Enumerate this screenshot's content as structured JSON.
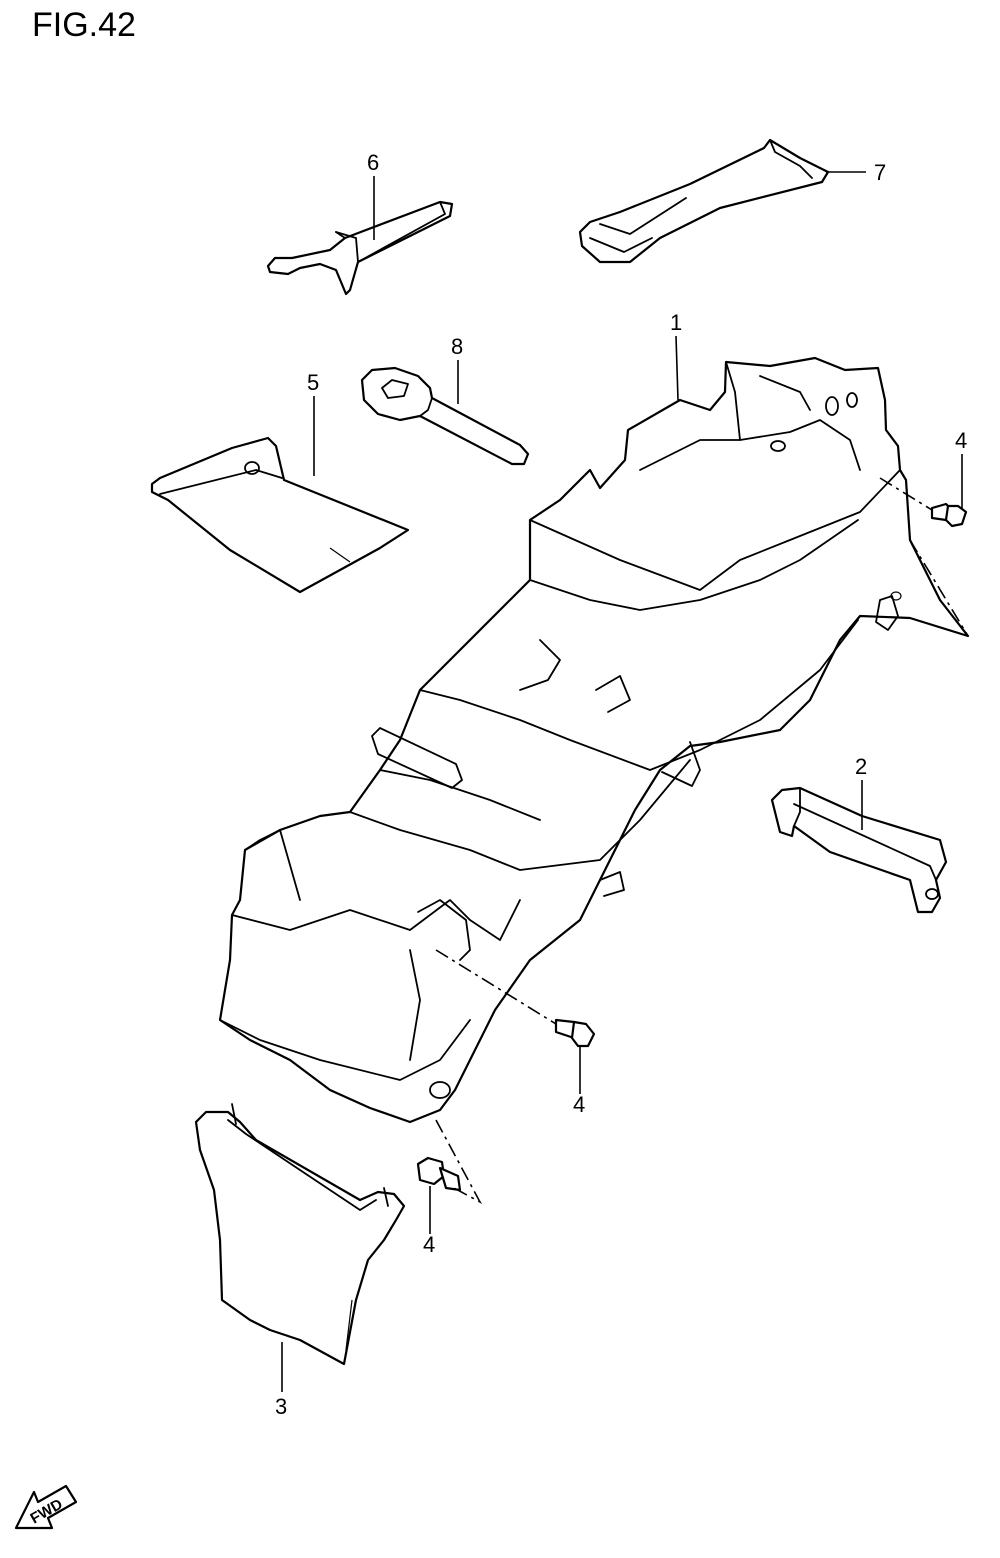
{
  "figure_title": "FIG.42",
  "callouts": {
    "c1": "1",
    "c2": "2",
    "c3": "3",
    "c4_top": "4",
    "c4_mid": "4",
    "c4_bottom": "4",
    "c5": "5",
    "c6": "6",
    "c7": "7",
    "c8": "8"
  },
  "direction_label": "FWD"
}
